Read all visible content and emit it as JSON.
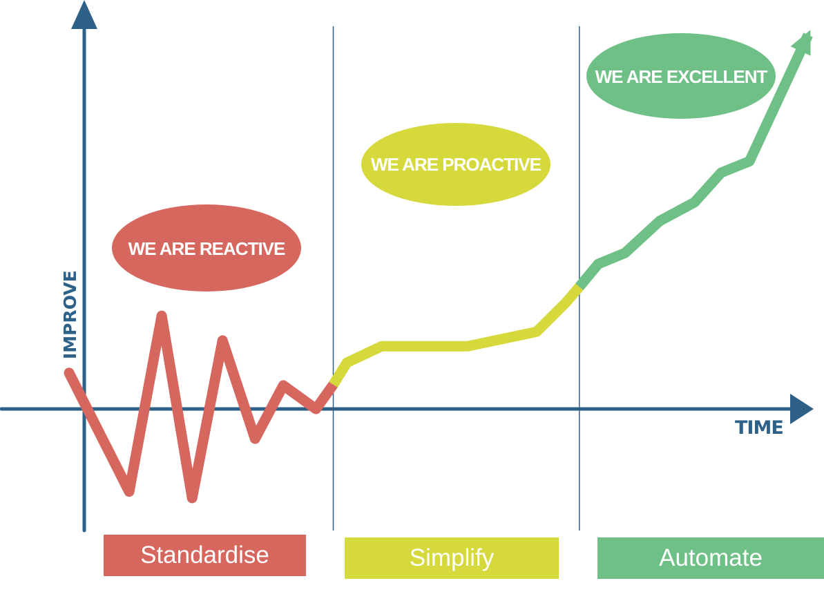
{
  "chart_data": {
    "type": "line",
    "title": "",
    "xlabel": "TIME",
    "ylabel": "IMPROVE",
    "xlim": [
      0,
      100
    ],
    "ylim": [
      -32,
      100
    ],
    "grid": false,
    "legend": "none",
    "stage_boundaries": [
      34.4,
      68.4
    ],
    "series": [
      {
        "name": "Standardise",
        "label": "WE ARE REACTIVE",
        "color": "#d6675f",
        "points": [
          [
            -2.1,
            9.3
          ],
          [
            6.2,
            -21.9
          ],
          [
            10.7,
            24.3
          ],
          [
            14.9,
            -23.6
          ],
          [
            19.1,
            17.8
          ],
          [
            23.6,
            -8.0
          ],
          [
            27.5,
            6.0
          ],
          [
            32.0,
            -0.2
          ],
          [
            34.4,
            6.2
          ]
        ]
      },
      {
        "name": "Simplify",
        "label": "WE ARE PROACTIVE",
        "color": "#d5d93b",
        "points": [
          [
            34.4,
            6.2
          ],
          [
            36.3,
            12.0
          ],
          [
            41.1,
            16.3
          ],
          [
            53.0,
            16.3
          ],
          [
            62.5,
            20.1
          ],
          [
            66.6,
            27.9
          ],
          [
            68.4,
            31.9
          ]
        ]
      },
      {
        "name": "Automate",
        "label": "WE ARE EXCELLENT",
        "color": "#6fc087",
        "points": [
          [
            68.4,
            31.9
          ],
          [
            71.0,
            37.9
          ],
          [
            74.7,
            40.8
          ],
          [
            79.5,
            49.2
          ],
          [
            84.3,
            54.1
          ],
          [
            88.0,
            61.9
          ],
          [
            91.9,
            64.9
          ],
          [
            100.0,
            98.1
          ]
        ]
      }
    ],
    "stages": [
      "Standardise",
      "Simplify",
      "Automate"
    ]
  },
  "colors": {
    "axis": "#2e6188",
    "red": "#d6675f",
    "yellow": "#d5d93b",
    "green": "#6fc087"
  }
}
